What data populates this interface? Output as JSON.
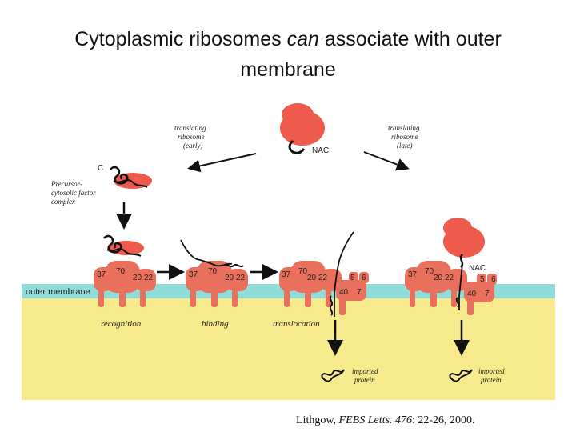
{
  "slide": {
    "title_pre": "Cytoplasmic ribosomes ",
    "title_em": "can",
    "title_post": " associate with outer",
    "title_line2": "membrane"
  },
  "diagram": {
    "colors": {
      "ribosome": "#ee5a4c",
      "receptor": "#e8705c",
      "membrane": "#8fdcd8",
      "matrix": "#f6ea8c"
    },
    "labels": {
      "early_1": "translating",
      "early_2": "ribosome",
      "early_3": "(early)",
      "late_1": "translating",
      "late_2": "ribosome",
      "late_3": "(late)",
      "nac": "NAC",
      "c_terminus": "C",
      "precursor_1": "Precursor-",
      "precursor_2": "cytosolic factor",
      "precursor_3": "complex",
      "membrane": "outer membrane",
      "recognition": "recognition",
      "binding": "binding",
      "translocation": "translocation",
      "imported_1": "imported",
      "imported_2": "protein"
    },
    "receptors": {
      "r37": "37",
      "r70": "70",
      "r20": "20",
      "r22": "22",
      "r5": "5",
      "r6": "6",
      "r40": "40",
      "r7": "7"
    }
  },
  "citation": {
    "author": "Lithgow, ",
    "journal": "FEBS Letts.",
    "volume": " 476",
    "pages": ": 22-26, 2000."
  }
}
